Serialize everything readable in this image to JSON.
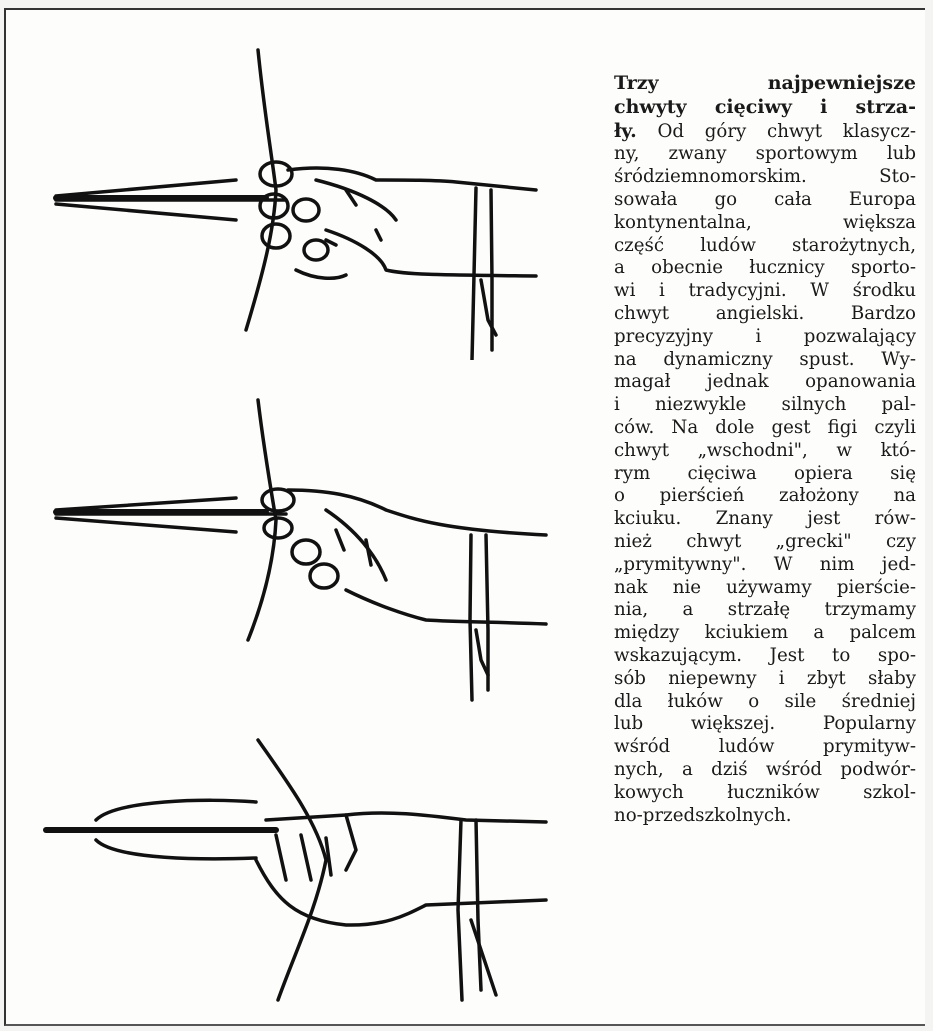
{
  "caption": {
    "title": "Trzy najpewniejsze chwyty cięciwy i strzały.",
    "lines": [
      "Trzy najpewniejsze",
      "chwyty cięciwy i strza-",
      "ły. Od góry chwyt klasycz-",
      "ny, zwany sportowym lub",
      "śródziemnomorskim. Sto-",
      "sowała go cała Europa",
      "kontynentalna, większa",
      "część ludów starożytnych,",
      "a obecnie łucznicy sporto-",
      "wi i tradycyjni. W środku",
      "chwyt angielski. Bardzo",
      "precyzyjny i pozwalający",
      "na dynamiczny spust. Wy-",
      "magał jednak opanowania",
      "i niezwykle silnych pal-",
      "ców. Na dole gest figi czyli",
      "chwyt „wschodni\", w któ-",
      "rym cięciwa opiera się",
      "o pierścień założony na",
      "kciuku. Znany jest rów-",
      "nież chwyt „grecki\" czy",
      "„prymitywny\". W nim jed-",
      "nak nie używamy pierście-",
      "nia, a strzałę trzymamy",
      "między kciukiem a palcem",
      "wskazującym. Jest to spo-",
      "sób niepewny i zbyt słaby",
      "dla łuków o sile średniej",
      "lub większej. Popularny",
      "wśród ludów prymityw-",
      "nych, a dziś wśród podwór-",
      "kowych łuczników szkol-",
      "no-przedszkolnych."
    ]
  },
  "illustrations": [
    {
      "name": "grip-mediterranean-illustration"
    },
    {
      "name": "grip-english-illustration"
    },
    {
      "name": "grip-eastern-illustration"
    }
  ]
}
